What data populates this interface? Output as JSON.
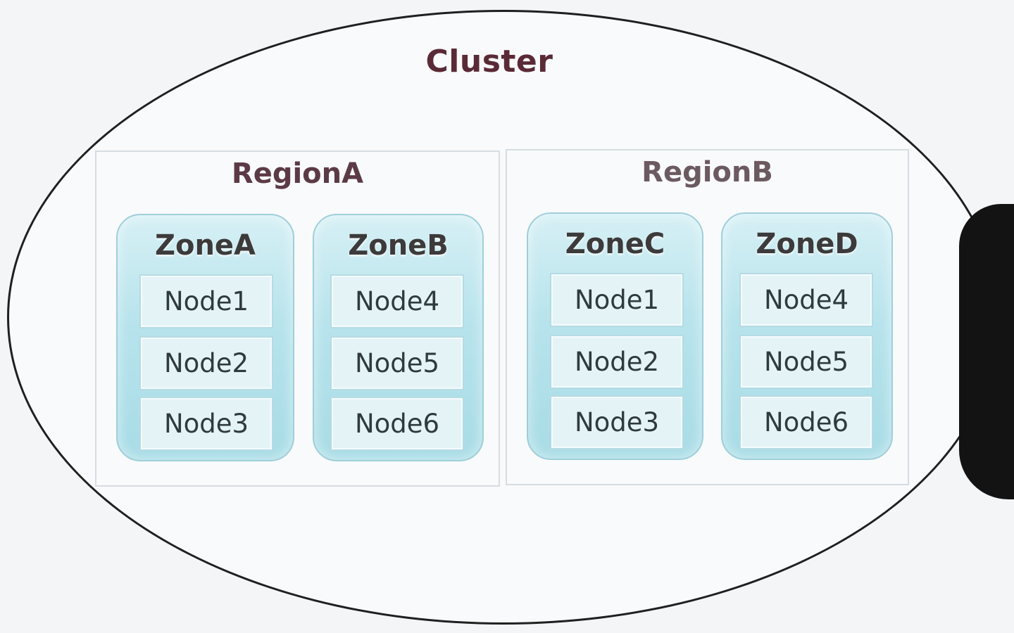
{
  "cluster": {
    "title": "Cluster",
    "regions": [
      {
        "title": "RegionA",
        "zones": [
          {
            "title": "ZoneA",
            "nodes": [
              "Node1",
              "Node2",
              "Node3"
            ]
          },
          {
            "title": "ZoneB",
            "nodes": [
              "Node4",
              "Node5",
              "Node6"
            ]
          }
        ]
      },
      {
        "title": "RegionB",
        "zones": [
          {
            "title": "ZoneC",
            "nodes": [
              "Node1",
              "Node2",
              "Node3"
            ]
          },
          {
            "title": "ZoneD",
            "nodes": [
              "Node4",
              "Node5",
              "Node6"
            ]
          }
        ]
      }
    ]
  },
  "colors": {
    "title_text": "#5a2a36",
    "zone_fill": "#b7e3ec",
    "node_fill": "#e4f3f6",
    "outline": "#1f1f1f"
  }
}
